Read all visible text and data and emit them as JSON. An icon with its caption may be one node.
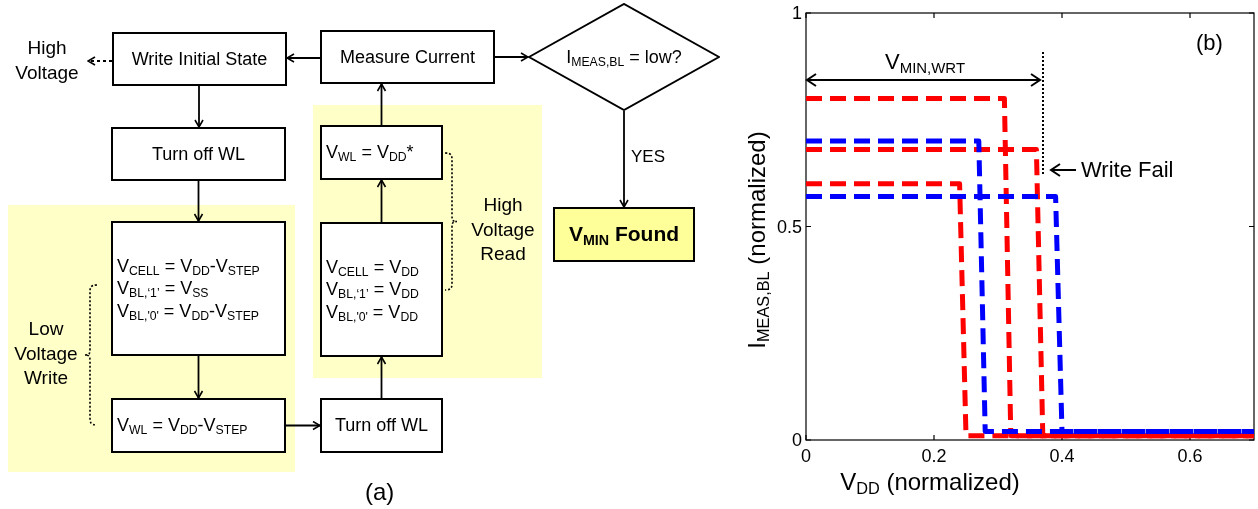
{
  "diagram": {
    "nodes": [
      {
        "text": [
          "High Voltage"
        ]
      },
      {
        "text": [
          "Write Initial State"
        ]
      },
      {
        "text": [
          "Measure Current"
        ]
      },
      {
        "text": [
          "I$_{MEAS,BL}$ = low?"
        ]
      },
      {
        "text": [
          "Turn off WL"
        ]
      },
      {
        "text": [
          "High Voltage Read"
        ]
      },
      {
        "text": [
          "V$_{WL}$ = V$_{DD}$*"
        ],
        "in": 5
      },
      {
        "text": [
          "V$_{MIN}$ Found"
        ]
      },
      {
        "text": [
          "Low Voltage Write"
        ]
      },
      {
        "text": [
          "V$_{CELL}$ = V$_{DD}$-V$_{STEP}$",
          "V$_{BL,‘1’}$ = V$_{SS}$",
          "V$_{BL,'0'}$ = V$_{DD}$-V$_{STEP}$"
        ],
        "in": 8
      },
      {
        "text": [
          "V$_{CELL}$ = V$_{DD}$",
          "V$_{BL,‘1’}$ = V$_{DD}$",
          "V$_{BL,'0'}$ = V$_{DD}$"
        ],
        "in": 5
      },
      {
        "text": [
          "V$_{WL}$ = V$_{DD}$-V$_{STEP}$"
        ],
        "in": 8
      },
      {
        "text": [
          "Turn off WL"
        ]
      }
    ],
    "edges": [
      {
        "from": 1,
        "to": 0,
        "arrow": "to",
        "style": "dashed"
      },
      {
        "from": 2,
        "to": 1,
        "arrow": "to"
      },
      {
        "from": 2,
        "to": 3,
        "arrow": "to"
      },
      {
        "from": 1,
        "to": 4,
        "arrow": "to"
      },
      {
        "from": 4,
        "to": 9,
        "arrow": "to"
      },
      {
        "from": 9,
        "to": 11,
        "arrow": "to"
      },
      {
        "from": 11,
        "to": 12,
        "arrow": "to"
      },
      {
        "from": 12,
        "to": 10,
        "arrow": "to"
      },
      {
        "from": 10,
        "to": 6,
        "arrow": "to"
      },
      {
        "from": 6,
        "to": 2,
        "arrow": "to"
      },
      {
        "from": 3,
        "to": 7,
        "arrow": "to",
        "label": "YES"
      }
    ],
    "labels": [
      "(a)",
      "(b)"
    ],
    "chart_data": {
      "type": "line",
      "xlabel": "V$_{DD}$ (normalized)",
      "ylabel": "I$_{MEAS,BL}$ (normalized)",
      "x": [
        0,
        0.24,
        0.25,
        0.27,
        0.28,
        0.31,
        0.32,
        0.36,
        0.37,
        0.39,
        0.4,
        0.7
      ],
      "series": [
        {
          "color": "#ff0000",
          "line_style": "dashed",
          "values": [
            0.8,
            0.8,
            0.8,
            0.8,
            0.8,
            0.8,
            0.01,
            0.01,
            0.01,
            0.01,
            0.01,
            0.01
          ]
        },
        {
          "color": "#ff0000",
          "line_style": "dashed",
          "values": [
            0.68,
            0.68,
            0.68,
            0.68,
            0.68,
            0.68,
            0.68,
            0.68,
            0.01,
            0.01,
            0.01,
            0.01
          ]
        },
        {
          "color": "#ff0000",
          "line_style": "dashed",
          "values": [
            0.6,
            0.6,
            0.01,
            0.01,
            0.01,
            0.01,
            0.01,
            0.01,
            0.01,
            0.01,
            0.01,
            0.01
          ]
        },
        {
          "color": "#0000ff",
          "line_style": "dashed",
          "values": [
            0.7,
            0.7,
            0.7,
            0.7,
            0.02,
            0.02,
            0.02,
            0.02,
            0.02,
            0.02,
            0.02,
            0.02
          ]
        },
        {
          "color": "#0000ff",
          "line_style": "dashed",
          "values": [
            0.57,
            0.57,
            0.57,
            0.57,
            0.57,
            0.57,
            0.57,
            0.57,
            0.57,
            0.57,
            0.02,
            0.02
          ]
        }
      ],
      "xlim": [
        0,
        0.7
      ],
      "ylim": [
        0,
        1
      ],
      "xticks": [
        0,
        0.2,
        0.4,
        0.6
      ],
      "yticks": [
        0,
        0.5,
        1
      ],
      "annotations": [
        "V$_{MIN,WRT}$",
        "Write Fail"
      ]
    }
  }
}
